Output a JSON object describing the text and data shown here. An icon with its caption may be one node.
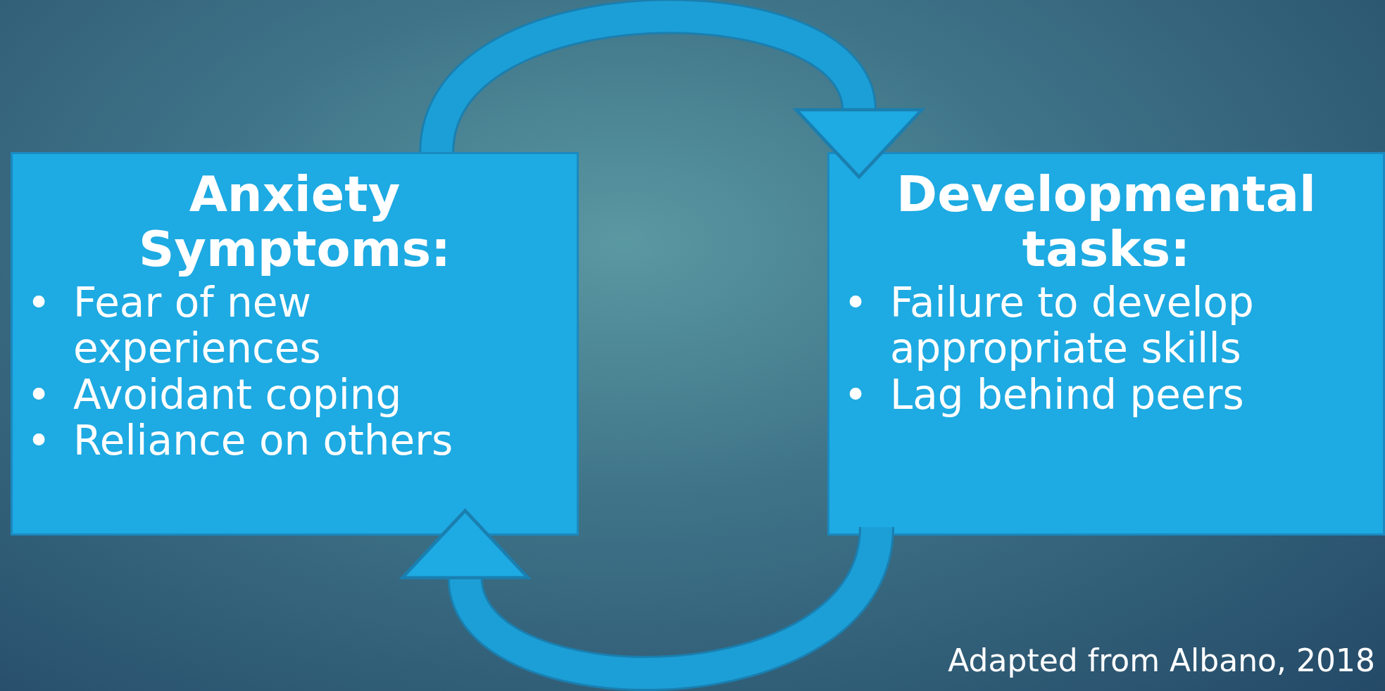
{
  "diagram": {
    "nodes": [
      {
        "text": [
          "Anxiety Symptoms:",
          "•\tFear of new experiences",
          "•\tAvoidant coping",
          "•\tReliance on others"
        ]
      },
      {
        "text": [
          "Developmental tasks:",
          "•\tFailure to develop appropriate skills",
          "•\tLag behind peers"
        ]
      }
    ],
    "edges": [
      {
        "from": 0,
        "to": 1,
        "arrow": "to"
      },
      {
        "from": 1,
        "to": 0,
        "arrow": "to"
      }
    ],
    "labels": [
      "Adapted from Albano, 2018"
    ]
  }
}
